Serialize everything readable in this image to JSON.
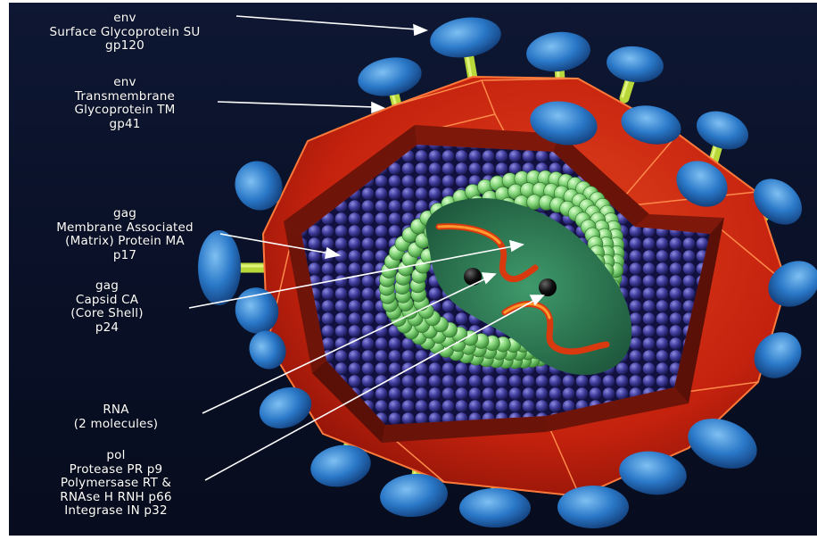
{
  "labels": {
    "env_su": [
      "env",
      "Surface Glycoprotein SU",
      "gp120"
    ],
    "env_tm": [
      "env",
      "Transmembrane",
      "Glycoprotein TM",
      "gp41"
    ],
    "gag_ma": [
      "gag",
      "Membrane Associated",
      "(Matrix) Protein MA",
      "p17"
    ],
    "gag_ca": [
      "gag",
      "Capsid CA",
      "(Core Shell)",
      "p24"
    ],
    "rna": [
      "RNA",
      "(2 molecules)"
    ],
    "pol": [
      "pol",
      "Protease PR p9",
      "Polymersase RT &",
      "RNAse H RNH p66",
      "Integrase IN p32"
    ]
  },
  "colors": {
    "background": "#0b1330",
    "envelope": "#c8230f",
    "matrix": "#3c3a96",
    "capsid": "#7ed07a",
    "core": "#2f7a58",
    "rna": "#e23a12",
    "spike_head": "#2a78c8",
    "spike_stalk": "#b8d83a",
    "arrow": "#ffffff"
  }
}
